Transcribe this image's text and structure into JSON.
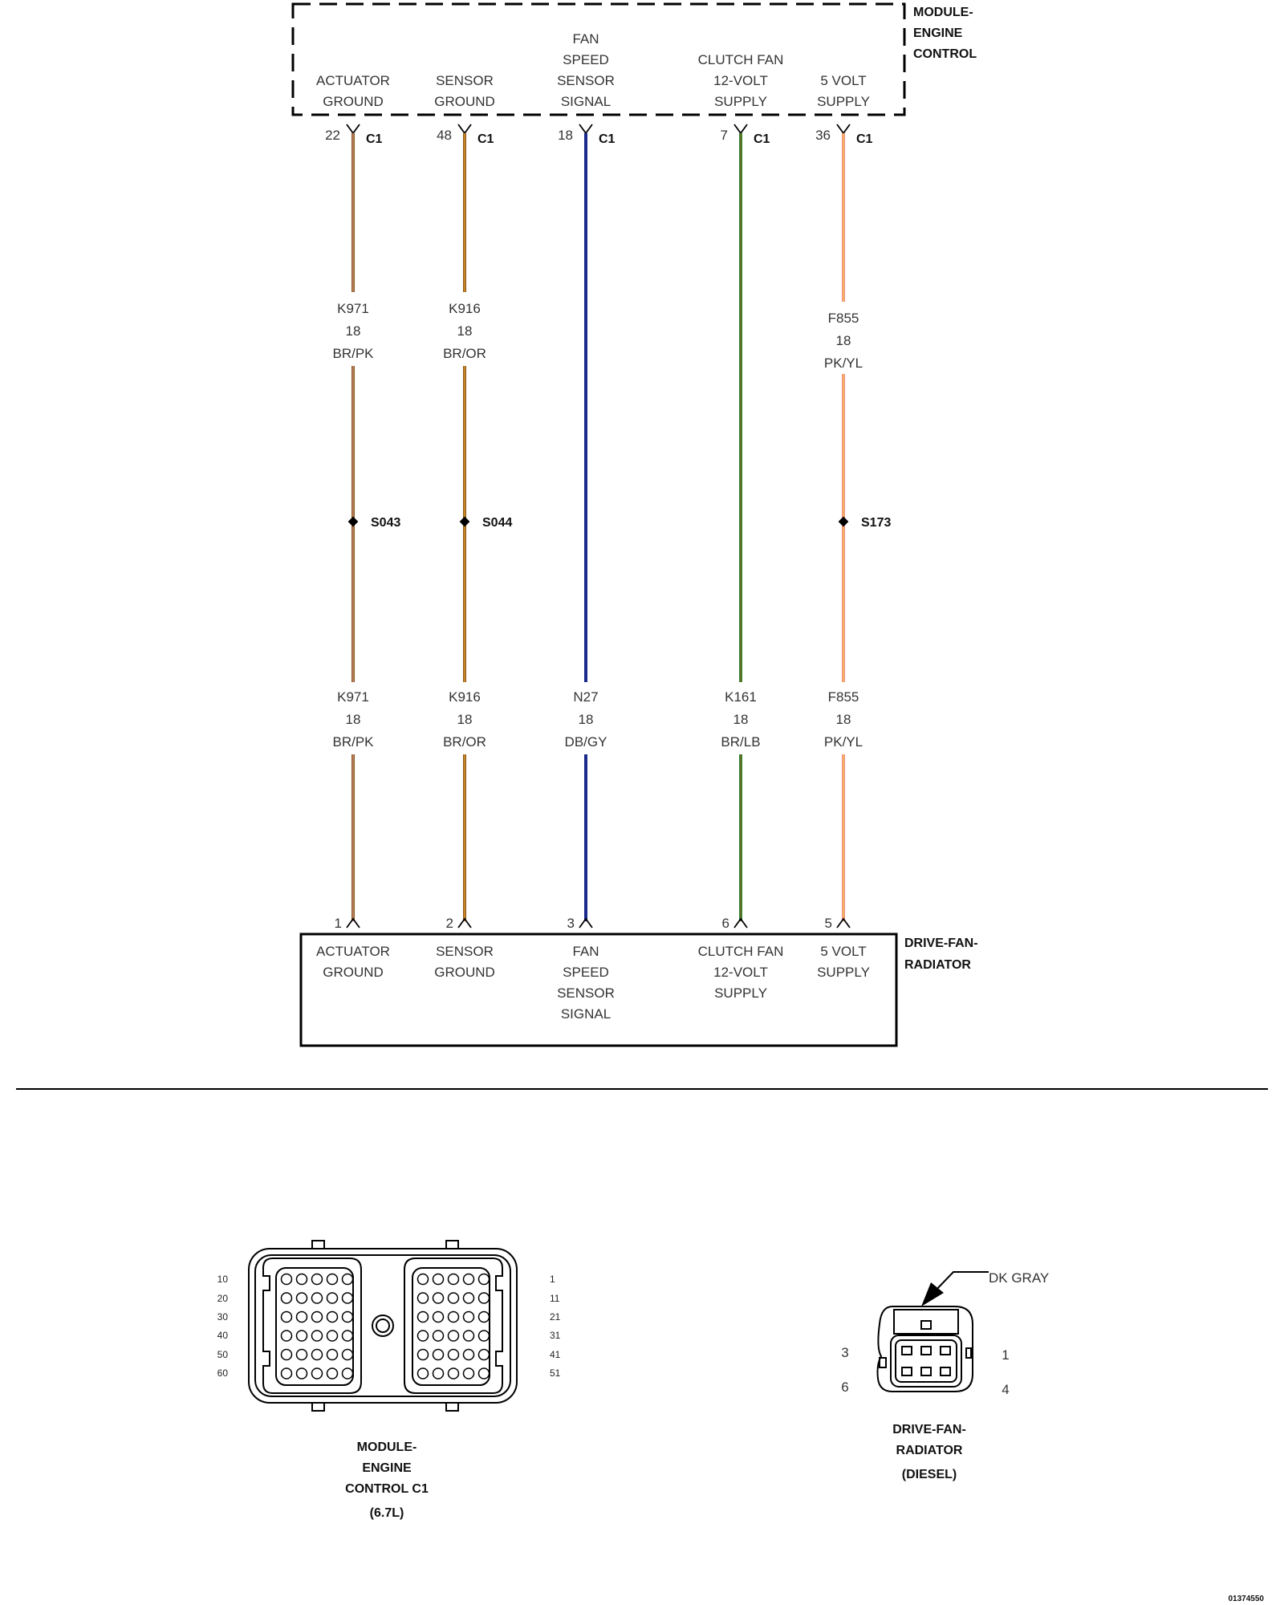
{
  "ecm": {
    "name": [
      "MODULE-",
      "ENGINE",
      "CONTROL"
    ],
    "pin_labels": [
      [
        "ACTUATOR",
        "GROUND"
      ],
      [
        "SENSOR",
        "GROUND"
      ],
      [
        "FAN",
        "SPEED",
        "SENSOR",
        "SIGNAL"
      ],
      [
        "CLUTCH FAN",
        "12-VOLT",
        "SUPPLY"
      ],
      [
        "5 VOLT",
        "SUPPLY"
      ]
    ],
    "pins": [
      "22",
      "48",
      "18",
      "7",
      "36"
    ],
    "connector": "C1"
  },
  "circuits": [
    {
      "upper": [
        "K971",
        "18",
        "BR/PK"
      ],
      "splice": "S043",
      "lower": [
        "K971",
        "18",
        "BR/PK"
      ],
      "base": "#8B5A1A",
      "stripe": "#E8A0A8"
    },
    {
      "upper": [
        "K916",
        "18",
        "BR/OR"
      ],
      "splice": "S044",
      "lower": [
        "K916",
        "18",
        "BR/OR"
      ],
      "base": "#8B5A1A",
      "stripe": "#F0A030"
    },
    {
      "upper": [],
      "splice": "",
      "lower": [
        "N27",
        "18",
        "DB/GY"
      ],
      "base": "#1A2A8A",
      "stripe": "#9A9A9A"
    },
    {
      "upper": [],
      "splice": "",
      "lower": [
        "K161",
        "18",
        "BR/LB"
      ],
      "base": "#2E8B3A",
      "stripe": "#8B5A1A"
    },
    {
      "upper": [
        "F855",
        "18",
        "PK/YL"
      ],
      "splice": "S173",
      "lower": [
        "F855",
        "18",
        "PK/YL"
      ],
      "base": "#F08A8A",
      "stripe": "#F5D040"
    }
  ],
  "fan": {
    "name": [
      "DRIVE-FAN-",
      "RADIATOR"
    ],
    "pin_labels": [
      [
        "ACTUATOR",
        "GROUND"
      ],
      [
        "SENSOR",
        "GROUND"
      ],
      [
        "FAN",
        "SPEED",
        "SENSOR",
        "SIGNAL"
      ],
      [
        "CLUTCH FAN",
        "12-VOLT",
        "SUPPLY"
      ],
      [
        "5 VOLT",
        "SUPPLY"
      ]
    ],
    "pins": [
      "1",
      "2",
      "3",
      "6",
      "5"
    ]
  },
  "ecm_connector_view": {
    "left_rows": [
      "10",
      "20",
      "30",
      "40",
      "50",
      "60"
    ],
    "right_rows": [
      "1",
      "11",
      "21",
      "31",
      "41",
      "51"
    ],
    "caption": [
      "MODULE-",
      "ENGINE",
      "CONTROL C1",
      "(6.7L)"
    ]
  },
  "fan_connector_view": {
    "color_label": "DK GRAY",
    "pin_numbers": [
      "3",
      "1",
      "6",
      "4"
    ],
    "caption": [
      "DRIVE-FAN-",
      "RADIATOR",
      "(DIESEL)"
    ]
  },
  "figure_id": "01374550"
}
